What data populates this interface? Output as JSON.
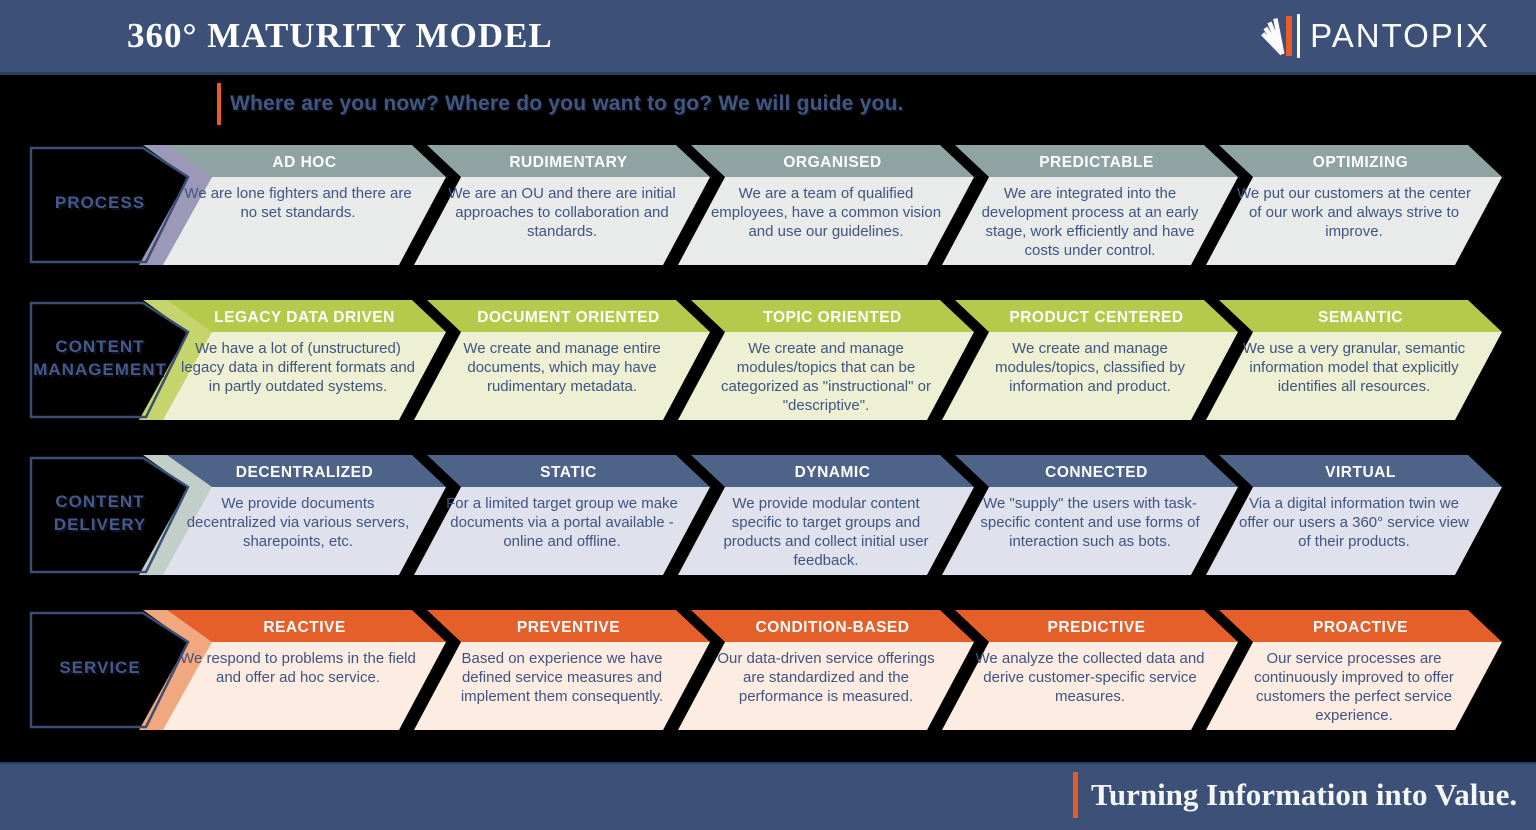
{
  "header": {
    "title": "360° MATURITY MODEL",
    "logo_text": "PANTOPIX"
  },
  "tagline": "Where are you now? Where do you want to go? We will guide you.",
  "footer": {
    "slogan": "Turning Information into Value."
  },
  "colors": {
    "navy": "#3d5077",
    "orange_accent": "#e85c25",
    "process_header": "#8fa3a2",
    "process_body": "#e9ebeb",
    "process_accent": "#9b98b8",
    "content_management_header": "#b5ca4b",
    "content_management_body": "#edf0d3",
    "content_management_accent": "#c6d46e",
    "content_delivery_header": "#4e6388",
    "content_delivery_body": "#dfe2ec",
    "content_delivery_accent": "#c2cfc9",
    "service_header": "#e55f2b",
    "service_body": "#fcece1",
    "service_accent": "#f2a87e"
  },
  "rows": [
    {
      "label": "PROCESS",
      "stages": [
        {
          "title": "AD HOC",
          "description": "We are lone fighters and there are no set standards."
        },
        {
          "title": "RUDIMENTARY",
          "description": "We are an OU and there are initial approaches to collaboration and standards."
        },
        {
          "title": "ORGANISED",
          "description": "We are a team of qualified employees, have a common vision and use our guidelines."
        },
        {
          "title": "PREDICTABLE",
          "description": "We are integrated into the development process at an early stage, work efficiently and have costs under control."
        },
        {
          "title": "OPTIMIZING",
          "description": "We put our customers at the center of our work and always strive to improve."
        }
      ]
    },
    {
      "label": "CONTENT MANAGEMENT",
      "stages": [
        {
          "title": "LEGACY DATA DRIVEN",
          "description": "We have a lot of (unstructured) legacy data in different formats and in partly outdated systems."
        },
        {
          "title": "DOCUMENT ORIENTED",
          "description": "We create and manage entire documents, which may have rudimentary metadata."
        },
        {
          "title": "TOPIC ORIENTED",
          "description": "We create and manage modules/topics that can be categorized as \"instructional\" or \"descriptive\"."
        },
        {
          "title": "PRODUCT CENTERED",
          "description": "We create and manage modules/topics, classified by information and product."
        },
        {
          "title": "SEMANTIC",
          "description": "We use a very granular, semantic information model that explicitly identifies all resources."
        }
      ]
    },
    {
      "label": "CONTENT DELIVERY",
      "stages": [
        {
          "title": "DECENTRALIZED",
          "description": "We provide documents decentralized via various servers, sharepoints, etc."
        },
        {
          "title": "STATIC",
          "description": "For a limited target group we make documents via a portal available - online and offline."
        },
        {
          "title": "DYNAMIC",
          "description": "We provide modular content specific to target groups and products and collect initial user feedback."
        },
        {
          "title": "CONNECTED",
          "description": "We \"supply\" the users with task-specific content and use forms of interaction such as bots."
        },
        {
          "title": "VIRTUAL",
          "description": "Via a digital information twin we offer our users a 360° service view of their products."
        }
      ]
    },
    {
      "label": "SERVICE",
      "stages": [
        {
          "title": "REACTIVE",
          "description": "We respond to problems in the field and offer ad hoc service."
        },
        {
          "title": "PREVENTIVE",
          "description": "Based on experience we have defined service measures and implement them consequently."
        },
        {
          "title": "CONDITION-BASED",
          "description": "Our data-driven service offerings are standardized and the performance is measured."
        },
        {
          "title": "PREDICTIVE",
          "description": "We analyze the collected data and derive customer-specific service measures."
        },
        {
          "title": "PROACTIVE",
          "description": "Our service processes are continuously improved to offer customers the perfect service experience."
        }
      ]
    }
  ]
}
